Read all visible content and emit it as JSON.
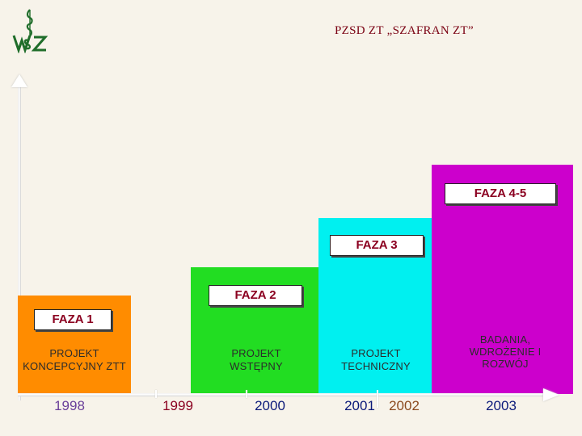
{
  "header": {
    "title": "PZSD ZT „SZAFRAN ZT”"
  },
  "logo": {
    "text": "WSZ"
  },
  "phases": [
    {
      "label": "FAZA 1",
      "description": "PROJEKT KONCEPCYJNY ZTT",
      "color": "#ff8c00"
    },
    {
      "label": "FAZA 2",
      "description": "PROJEKT WSTĘPNY",
      "color": "#22dd22"
    },
    {
      "label": "FAZA 3",
      "description": "PROJEKT TECHNICZNY",
      "color": "#00f0f0"
    },
    {
      "label": "FAZA 4-5",
      "description": "BADANIA, WDROŻENIE I ROZWÓJ",
      "color": "#cc00cc"
    }
  ],
  "years": [
    "1998",
    "1999",
    "2000",
    "2001",
    "2002",
    "2003"
  ],
  "colors": {
    "background": "#f7f3ea",
    "title": "#7a0012",
    "tag_text": "#8b0020"
  }
}
